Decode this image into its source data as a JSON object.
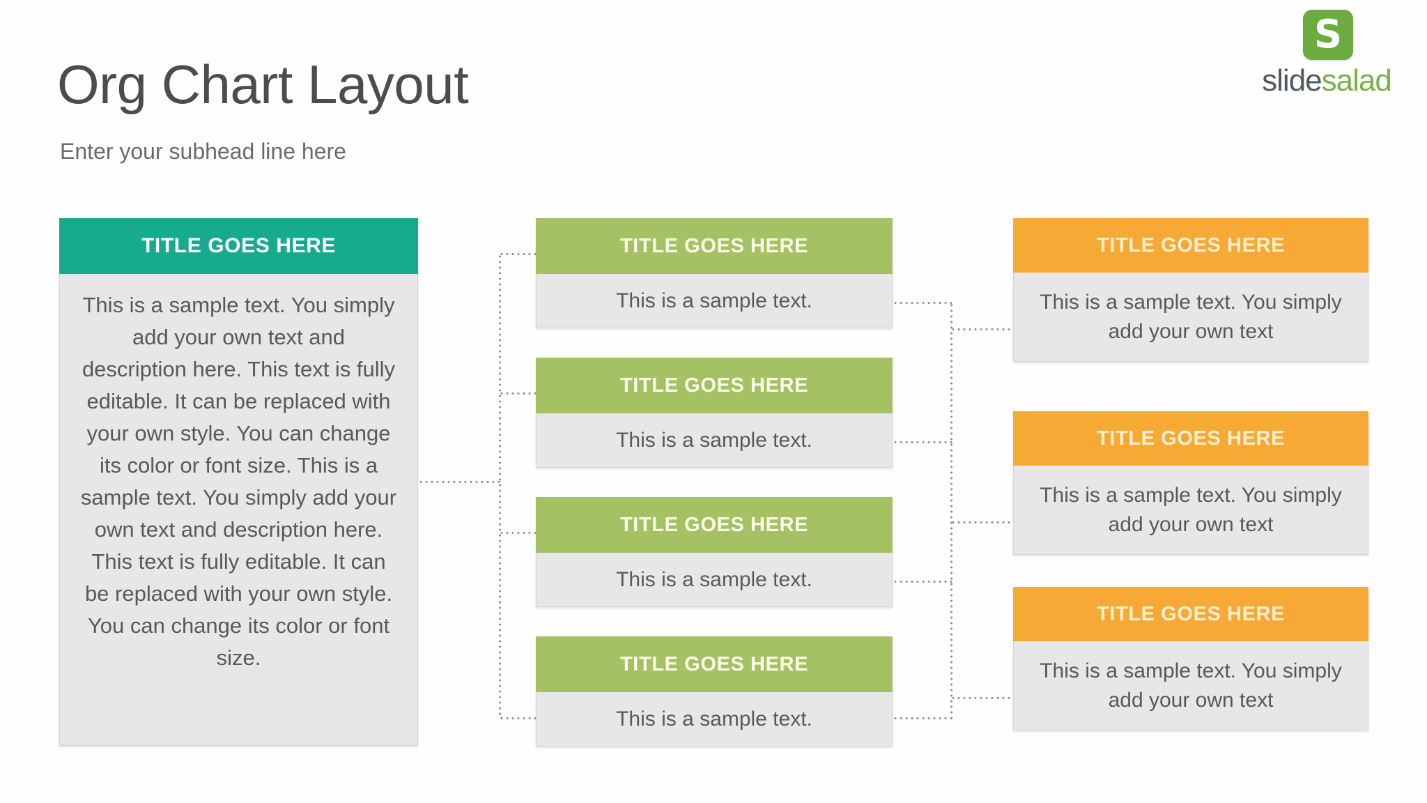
{
  "header": {
    "title": "Org Chart Layout",
    "subhead": "Enter your subhead line here"
  },
  "logo": {
    "mark_letter": "S",
    "word_part1": "slide",
    "word_part2": "salad"
  },
  "colors": {
    "teal": "#17ab8e",
    "green": "#a4c164",
    "orange": "#f7a936",
    "card_body": "#e7e7e8",
    "title_text": "#4c4c4c",
    "body_text": "#595959",
    "connector": "#8d8d8d"
  },
  "chart_data": {
    "type": "diagram",
    "title": "Org Chart Layout",
    "levels": 3,
    "nodes": [
      {
        "level": 1,
        "index": 0,
        "color": "#17ab8e",
        "title": "TITLE GOES HERE",
        "children": 4
      },
      {
        "level": 2,
        "index": 0,
        "color": "#a4c164",
        "title": "TITLE GOES HERE",
        "children": 0
      },
      {
        "level": 2,
        "index": 1,
        "color": "#a4c164",
        "title": "TITLE GOES HERE",
        "children": 0
      },
      {
        "level": 2,
        "index": 2,
        "color": "#a4c164",
        "title": "TITLE GOES HERE",
        "children": 0
      },
      {
        "level": 2,
        "index": 3,
        "color": "#a4c164",
        "title": "TITLE GOES HERE",
        "children": 0
      },
      {
        "level": 3,
        "index": 0,
        "color": "#f7a936",
        "title": "TITLE GOES HERE",
        "children": 0
      },
      {
        "level": 3,
        "index": 1,
        "color": "#f7a936",
        "title": "TITLE GOES HERE",
        "children": 0
      },
      {
        "level": 3,
        "index": 2,
        "color": "#f7a936",
        "title": "TITLE GOES HERE",
        "children": 0
      }
    ]
  },
  "left_card": {
    "title": "TITLE GOES HERE",
    "body": "This is a sample text. You simply add your own text and description here. This text is fully editable. It can be replaced with your own style. You can change its color or font size. This is a sample text. You simply add your own text and description here. This text is fully editable. It can be replaced with your own style. You can change its color or font size."
  },
  "middle_cards": [
    {
      "title": "TITLE GOES HERE",
      "body": "This is a sample text."
    },
    {
      "title": "TITLE GOES HERE",
      "body": "This is a sample text."
    },
    {
      "title": "TITLE GOES HERE",
      "body": "This is a sample text."
    },
    {
      "title": "TITLE GOES HERE",
      "body": "This is a sample text."
    }
  ],
  "right_cards": [
    {
      "title": "TITLE GOES HERE",
      "body": "This is a sample text. You simply add your own text"
    },
    {
      "title": "TITLE GOES HERE",
      "body": "This is a sample text. You simply add your own text"
    },
    {
      "title": "TITLE GOES HERE",
      "body": "This is a sample text. You simply add your own text"
    }
  ]
}
